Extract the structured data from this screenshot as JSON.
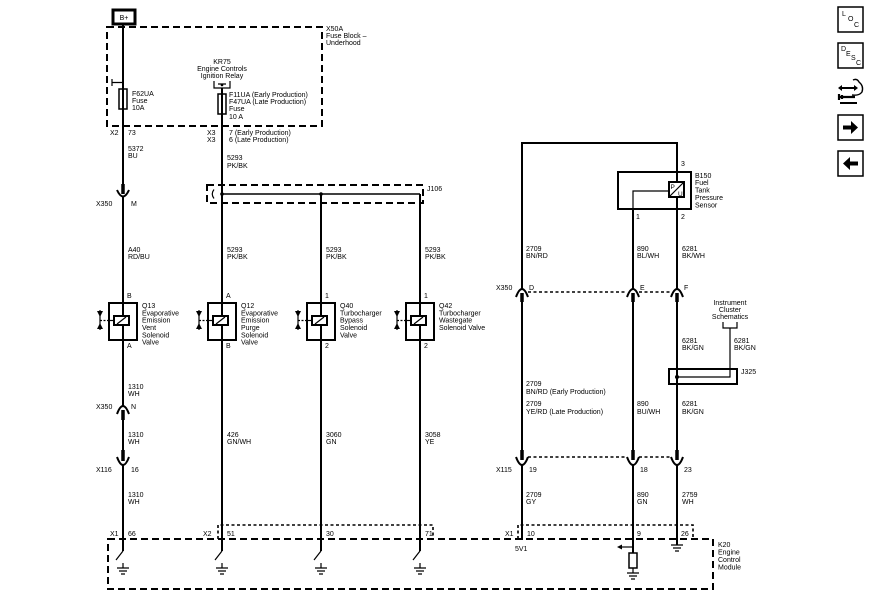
{
  "nav": {
    "loc_letters": [
      "L",
      "O",
      "C"
    ],
    "desc_letters": [
      "D",
      "E",
      "S",
      "C"
    ]
  },
  "power": {
    "label": "B+"
  },
  "fuse_block": {
    "id": "X50A",
    "name": [
      "Fuse Block –",
      "Underhood"
    ]
  },
  "fuse_f62ua": [
    "F62UA",
    "Fuse",
    "10A"
  ],
  "fuse_f11ua": [
    "F11UA (Early Production)",
    "F47UA (Late Production)",
    "Fuse",
    "10 A"
  ],
  "relay_kr75": [
    "KR75",
    "Engine Controls",
    "Ignition Relay"
  ],
  "fuse_block_pins": {
    "x2": {
      "connector": "X2",
      "pin": "73"
    },
    "x3_early": {
      "connector": "X3",
      "pin": "7 (Early Production)"
    },
    "x3_late": {
      "connector": "X3",
      "pin": "6 (Late Production)"
    }
  },
  "inline_connectors": {
    "x350_m": {
      "connector": "X350",
      "pin": "M"
    },
    "x350_n": {
      "connector": "X350",
      "pin": "N"
    },
    "x116": {
      "connector": "X116",
      "pin": "16"
    },
    "x350_right": {
      "connector": "X350",
      "pins": [
        "D",
        "E",
        "F"
      ]
    },
    "x115": {
      "connector": "X115",
      "pins": [
        "19",
        "18",
        "23"
      ]
    }
  },
  "splices": {
    "j106": "J106",
    "j325": "J325"
  },
  "circuits": {
    "c1_a": {
      "num": "5372",
      "color": "BU"
    },
    "c1_b": {
      "num": "A40",
      "color": "RD/BU"
    },
    "c1_c": {
      "num": "1310",
      "color": "WH"
    },
    "c1_d": {
      "num": "1310",
      "color": "WH"
    },
    "c1_e": {
      "num": "1310",
      "color": "WH"
    },
    "c2_a": {
      "num": "5293",
      "color": "PK/BK"
    },
    "c2_b": {
      "num": "5293",
      "color": "PK/BK"
    },
    "c2_c": {
      "num": "426",
      "color": "GN/WH"
    },
    "c3_b": {
      "num": "5293",
      "color": "PK/BK"
    },
    "c3_c": {
      "num": "3060",
      "color": "GN"
    },
    "c4_b": {
      "num": "5293",
      "color": "PK/BK"
    },
    "c4_c": {
      "num": "3058",
      "color": "YE"
    },
    "r1_a": {
      "num": "2709",
      "color": "BN/RD"
    },
    "r1_b_early": {
      "num": "2709",
      "color": "BN/RD (Early Production)"
    },
    "r1_b_late": {
      "num": "2709",
      "color": "YE/RD (Late Production)"
    },
    "r1_c": {
      "num": "2709",
      "color": "GY"
    },
    "r2_a": {
      "num": "890",
      "color": "BL/WH"
    },
    "r2_b": {
      "num": "890",
      "color": "BU/WH"
    },
    "r2_c": {
      "num": "890",
      "color": "GN"
    },
    "r3_a": {
      "num": "6281",
      "color": "BK/WH"
    },
    "r3_b": {
      "num": "6281",
      "color": "BK/GN"
    },
    "r3_c": {
      "num": "6281",
      "color": "BK/GN"
    },
    "r3_d": {
      "num": "2759",
      "color": "WH"
    },
    "ic": {
      "num": "6281",
      "color": "BK/GN"
    }
  },
  "components": {
    "q13": {
      "pins": [
        "B",
        "A"
      ],
      "lines": [
        "Q13",
        "Evaporative",
        "Emission",
        "Vent",
        "Solenoid",
        "Valve"
      ]
    },
    "q12": {
      "pins": [
        "A",
        "B"
      ],
      "lines": [
        "Q12",
        "Evaporative",
        "Emission",
        "Purge",
        "Solenoid",
        "Valve"
      ]
    },
    "q40": {
      "pins": [
        "1",
        "2"
      ],
      "lines": [
        "Q40",
        "Turbocharger",
        "Bypass",
        "Solenoid",
        "Valve"
      ]
    },
    "q42": {
      "pins": [
        "1",
        "2"
      ],
      "lines": [
        "Q42",
        "Turbocharger",
        "Wastegate",
        "Solenoid Valve"
      ]
    },
    "b150": {
      "pins": [
        "3",
        "1",
        "2"
      ],
      "symbol": [
        "P",
        "U"
      ],
      "lines": [
        "B150",
        "Fuel",
        "Tank",
        "Pressure",
        "Sensor"
      ]
    }
  },
  "instrument_cluster": [
    "Instrument",
    "Cluster",
    "Schematics"
  ],
  "k20": {
    "lines": [
      "K20",
      "Engine",
      "Control",
      "Module"
    ],
    "x1_left": {
      "connector": "X1",
      "pin": "66"
    },
    "x2": {
      "connector": "X2",
      "pins": [
        "51",
        "30",
        "71"
      ]
    },
    "x1_right": {
      "connector": "X1",
      "pins": [
        "10",
        "9",
        "26"
      ]
    },
    "reference": "5V1"
  }
}
